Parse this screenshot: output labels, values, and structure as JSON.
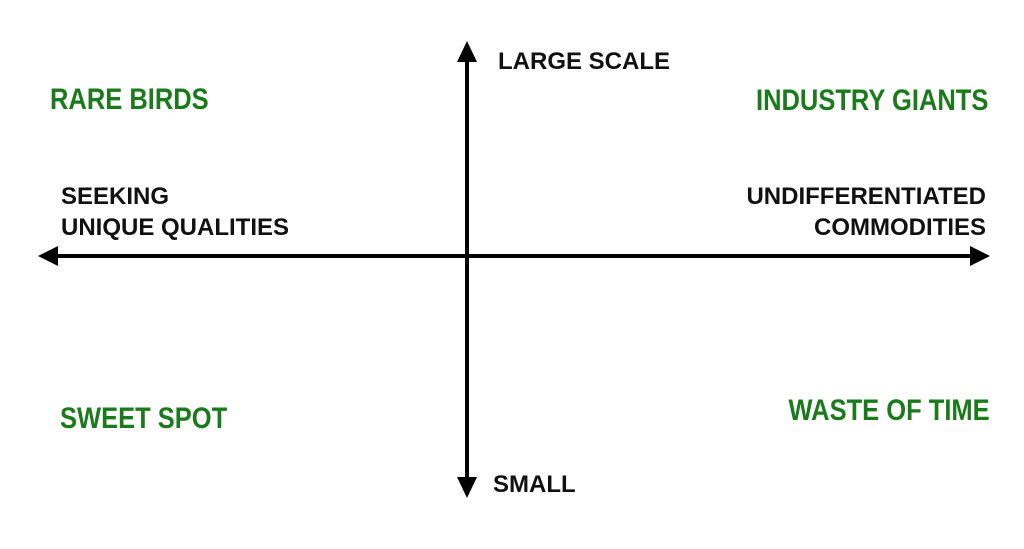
{
  "colors": {
    "quadrant": "#1b7a1b",
    "axis": "#000000"
  },
  "axes": {
    "top": "LARGE SCALE",
    "bottom": "SMALL",
    "left": [
      "SEEKING",
      "UNIQUE QUALITIES"
    ],
    "right": [
      "UNDIFFERENTIATED",
      "COMMODITIES"
    ]
  },
  "quadrants": {
    "top_left": "RARE BIRDS",
    "top_right": "INDUSTRY GIANTS",
    "bottom_left": "SWEET SPOT",
    "bottom_right": "WASTE OF TIME"
  }
}
